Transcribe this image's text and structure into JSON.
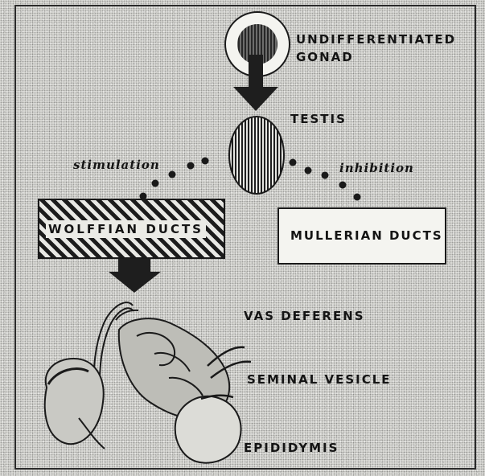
{
  "diagram": {
    "nodes": {
      "gonad": "UNDIFFERENTIATED\nGONAD",
      "testis": "TESTIS",
      "wolffian": "WOLFFIAN DUCTS",
      "mullerian": "MULLERIAN DUCTS"
    },
    "edges": {
      "stimulation": "stimulation",
      "inhibition": "inhibition"
    },
    "structures": {
      "vas_deferens": "VAS DEFERENS",
      "seminal_vesicle": "SEMINAL VESICLE",
      "epididymis": "EPIDIDYMIS"
    }
  }
}
